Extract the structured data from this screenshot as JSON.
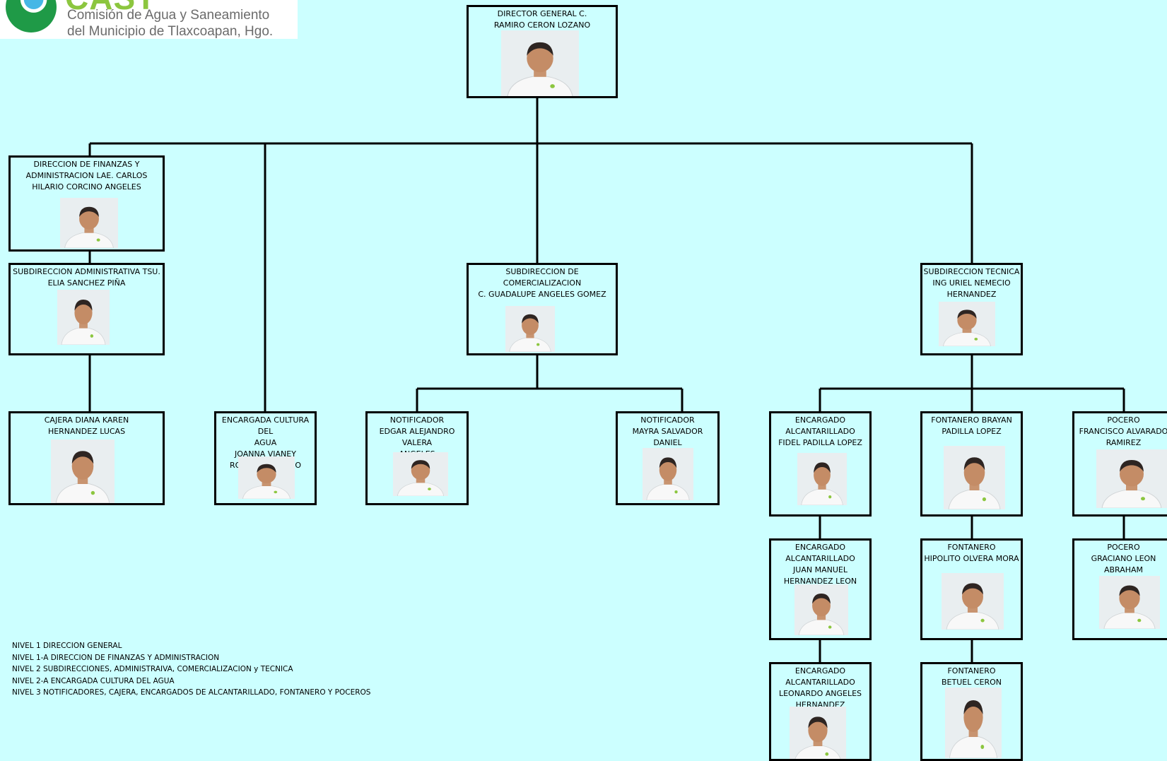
{
  "logo": {
    "brand": "CAST",
    "line1": "Comisión de Agua y Saneamiento",
    "line2": "del Municipio de Tlaxcoapan, Hgo."
  },
  "org": {
    "director": "DIRECTOR GENERAL                   C.\nRAMIRO CERON LOZANO",
    "finanzas": "DIRECCION DE FINANZAS Y\nADMINISTRACION          LAE. CARLOS\nHILARIO CORCINO ANGELES",
    "sub_admin": "SUBDIRECCION ADMINISTRATIVA        TSU.\nELIA SANCHEZ PIÑA",
    "sub_comercial": "SUBDIRECCION  DE  COMERCIALIZACION\nC. GUADALUPE ANGELES GOMEZ",
    "sub_tecnica": "SUBDIRECCION TECNICA\nING URIEL NEMECIO\nHERNANDEZ",
    "cajera": "CAJERA                       DIANA KAREN\nHERNANDEZ LUCAS",
    "cultura": "ENCARGADA CULTURA DEL\nAGUA\nJOANNA VIANEY\nRODRIGUEZ LUGO",
    "notif1": "NOTIFICADOR\nEDGAR ALEJANDRO VALERA\nANGELES",
    "notif2": "NOTIFICADOR\nMAYRA SALVADOR DANIEL",
    "alc1": "ENCARGADO\nALCANTARILLADO\nFIDEL PADILLA LOPEZ",
    "alc2": "ENCARGADO\nALCANTARILLADO\nJUAN MANUEL\nHERNANDEZ LEON",
    "alc3": "ENCARGADO\nALCANTARILLADO\nLEONARDO ANGELES\nHERNANDEZ",
    "font1": "FONTANERO        BRAYAN\nPADILLA LOPEZ",
    "font2": "FONTANERO\nHIPOLITO OLVERA MORA",
    "font3": "FONTANERO\nBETUEL CERON PEDRAZA",
    "poc1": "POCERO\nFRANCISCO ALVARADO\nRAMIREZ",
    "poc2": "POCERO\nGRACIANO LEON\nABRAHAM"
  },
  "legend": [
    "NIVEL 1 DIRECCION GENERAL",
    "NIVEL 1-A DIRECCION DE FINANZAS Y ADMINISTRACION",
    "NIVEL 2 SUBDIRECCIONES, ADMINISTRAIVA, COMERCIALIZACION  y TECNICA",
    "NIVEL 2-A ENCARGADA CULTURA DEL AGUA",
    "NIVEL 3 NOTIFICADORES, CAJERA, ENCARGADOS DE ALCANTARILLADO, FONTANERO Y POCEROS"
  ],
  "colors": {
    "background": "#ccffff",
    "lines": "#000000",
    "logo_green": "#8cc63f"
  }
}
